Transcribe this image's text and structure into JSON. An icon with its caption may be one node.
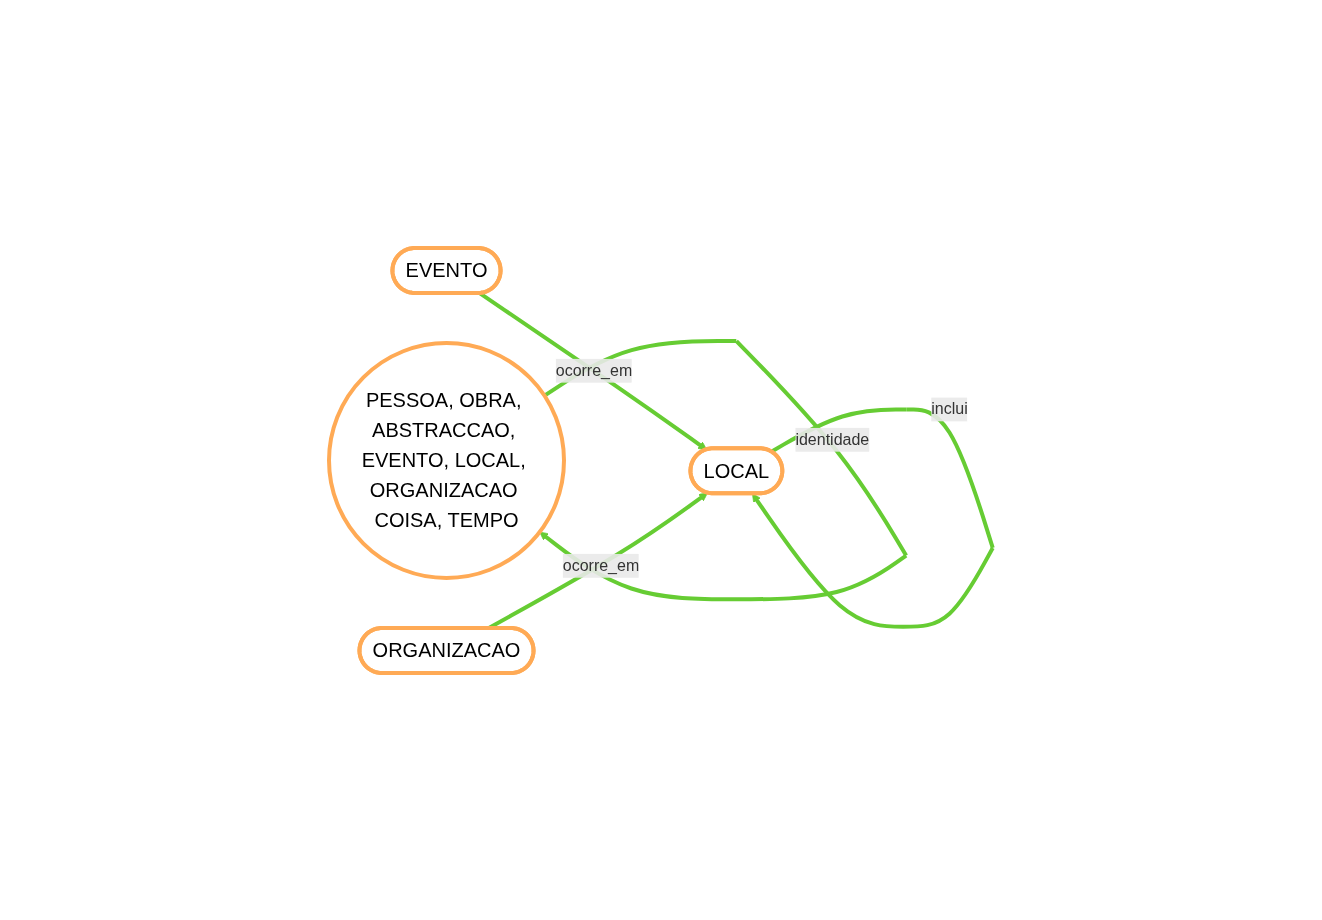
{
  "diagram": {
    "nodes": [
      {
        "text": [
          "EVENTO"
        ]
      },
      {
        "text": [
          "LOCAL"
        ]
      },
      {
        "text": [
          "ORGANIZACAO"
        ]
      },
      {
        "text": [
          "PESSOA, OBRA, ABSTRACCAO, EVENTO, LOCAL, ORGANIZACAO COISA, TEMPO"
        ]
      }
    ],
    "edges": [
      {
        "from": 0,
        "to": 1,
        "arrow": "to",
        "label": "ocorre_em"
      },
      {
        "from": 1,
        "to": 1,
        "arrow": "to",
        "label": "inclui"
      },
      {
        "from": 2,
        "to": 1,
        "arrow": "to",
        "label": "ocorre_em"
      },
      {
        "from": 3,
        "to": 3,
        "arrow": "to",
        "label": "identidade"
      }
    ]
  }
}
